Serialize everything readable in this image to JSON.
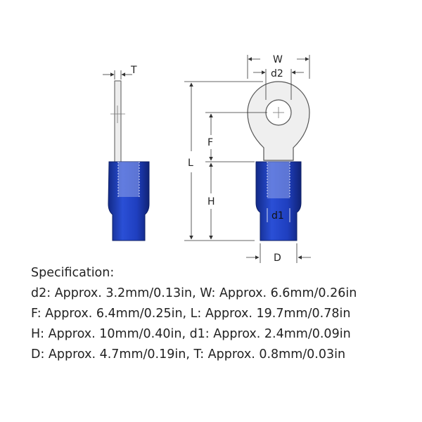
{
  "diagram": {
    "labels": {
      "T": "T",
      "W": "W",
      "d2": "d2",
      "L": "L",
      "F": "F",
      "H": "H",
      "d1": "d1",
      "D": "D"
    },
    "colors": {
      "insulation": "#1f3fbf",
      "insulation_dark": "#142c8c",
      "metal": "#e6e6e6",
      "outline": "#555555"
    }
  },
  "spec": {
    "heading": "Specification:",
    "lines": [
      "d2: Approx. 3.2mm/0.13in, W: Approx. 6.6mm/0.26in",
      "F: Approx. 6.4mm/0.25in, L: Approx. 19.7mm/0.78in",
      "H: Approx. 10mm/0.40in, d1: Approx. 2.4mm/0.09in",
      "D: Approx. 4.7mm/0.19in, T: Approx. 0.8mm/0.03in"
    ]
  }
}
